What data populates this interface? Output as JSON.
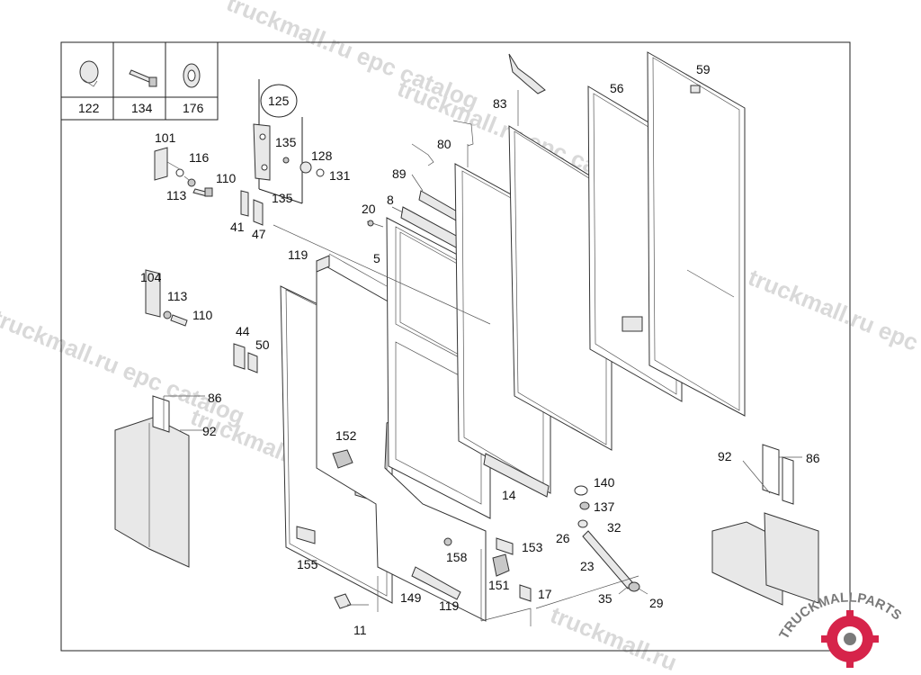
{
  "legend_boxes": [
    {
      "label": "122",
      "icon": "cap-icon"
    },
    {
      "label": "134",
      "icon": "bolt-icon"
    },
    {
      "label": "176",
      "icon": "clip-icon"
    }
  ],
  "circled_label": "125",
  "part_labels": {
    "l101": "101",
    "l116": "116",
    "l113a": "113",
    "l110a": "110",
    "l135a": "135",
    "l128": "128",
    "l131": "131",
    "l135b": "135",
    "l41": "41",
    "l47": "47",
    "l20": "20",
    "l8": "8",
    "l89": "89",
    "l80": "80",
    "l83": "83",
    "l56": "56",
    "l59": "59",
    "l119a": "119",
    "l5": "5",
    "l104": "104",
    "l113b": "113",
    "l110b": "110",
    "l44": "44",
    "l50": "50",
    "l86a": "86",
    "l92a": "92",
    "l152": "152",
    "l14": "14",
    "l140": "140",
    "l137": "137",
    "l32": "32",
    "l26": "26",
    "l153": "153",
    "l158": "158",
    "l155": "155",
    "l151": "151",
    "l17": "17",
    "l23": "23",
    "l35": "35",
    "l29": "29",
    "l149": "149",
    "l119b": "119",
    "l11": "11",
    "l92b": "92",
    "l86b": "86"
  },
  "watermarks": {
    "w1": "truckmall.ru epc catalog",
    "w2": "truckmall.ru epc catalog",
    "w3": "truckmall.ru epc catalog",
    "w4": "truckmall.ru epc catalog",
    "w5": "truckmall.ru epc catalog"
  },
  "logo": {
    "text": "TRUCKMALLPARTS",
    "color_primary": "#d6244a",
    "color_secondary": "#7a7a7a"
  }
}
